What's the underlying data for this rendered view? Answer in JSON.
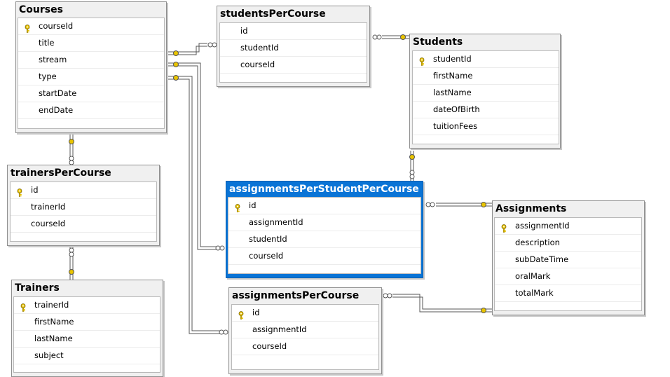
{
  "tables": [
    {
      "id": "courses",
      "name": "Courses",
      "columns": [
        {
          "name": "courseId",
          "pk": true
        },
        {
          "name": "title",
          "pk": false
        },
        {
          "name": "stream",
          "pk": false
        },
        {
          "name": "type",
          "pk": false
        },
        {
          "name": "startDate",
          "pk": false
        },
        {
          "name": "endDate",
          "pk": false
        }
      ]
    },
    {
      "id": "studentsPerCourse",
      "name": "studentsPerCourse",
      "columns": [
        {
          "name": "id",
          "pk": false
        },
        {
          "name": "studentId",
          "pk": false
        },
        {
          "name": "courseId",
          "pk": false
        }
      ]
    },
    {
      "id": "students",
      "name": "Students",
      "columns": [
        {
          "name": "studentId",
          "pk": true
        },
        {
          "name": "firstName",
          "pk": false
        },
        {
          "name": "lastName",
          "pk": false
        },
        {
          "name": "dateOfBirth",
          "pk": false
        },
        {
          "name": "tuitionFees",
          "pk": false
        }
      ]
    },
    {
      "id": "trainersPerCourse",
      "name": "trainersPerCourse",
      "columns": [
        {
          "name": "id",
          "pk": true
        },
        {
          "name": "trainerId",
          "pk": false
        },
        {
          "name": "courseId",
          "pk": false
        }
      ]
    },
    {
      "id": "assignmentsPerStudentPerCourse",
      "name": "assignmentsPerStudentPerCourse",
      "selected": true,
      "columns": [
        {
          "name": "id",
          "pk": true
        },
        {
          "name": "assignmentId",
          "pk": false
        },
        {
          "name": "studentId",
          "pk": false
        },
        {
          "name": "courseId",
          "pk": false
        }
      ]
    },
    {
      "id": "assignments",
      "name": "Assignments",
      "columns": [
        {
          "name": "assignmentId",
          "pk": true
        },
        {
          "name": "description",
          "pk": false
        },
        {
          "name": "subDateTime",
          "pk": false
        },
        {
          "name": "oralMark",
          "pk": false
        },
        {
          "name": "totalMark",
          "pk": false
        }
      ]
    },
    {
      "id": "trainers",
      "name": "Trainers",
      "columns": [
        {
          "name": "trainerId",
          "pk": true
        },
        {
          "name": "firstName",
          "pk": false
        },
        {
          "name": "lastName",
          "pk": false
        },
        {
          "name": "subject",
          "pk": false
        }
      ]
    },
    {
      "id": "assignmentsPerCourse",
      "name": "assignmentsPerCourse",
      "columns": [
        {
          "name": "id",
          "pk": true
        },
        {
          "name": "assignmentId",
          "pk": false
        },
        {
          "name": "courseId",
          "pk": false
        }
      ]
    }
  ],
  "colors": {
    "selected_header": "#0a74d6",
    "key_icon": "#e9c400",
    "connector": "#555555"
  },
  "icons": {
    "primary_key": "key-icon",
    "relation_one": "key-end-icon",
    "relation_many": "infinity-end-icon"
  }
}
